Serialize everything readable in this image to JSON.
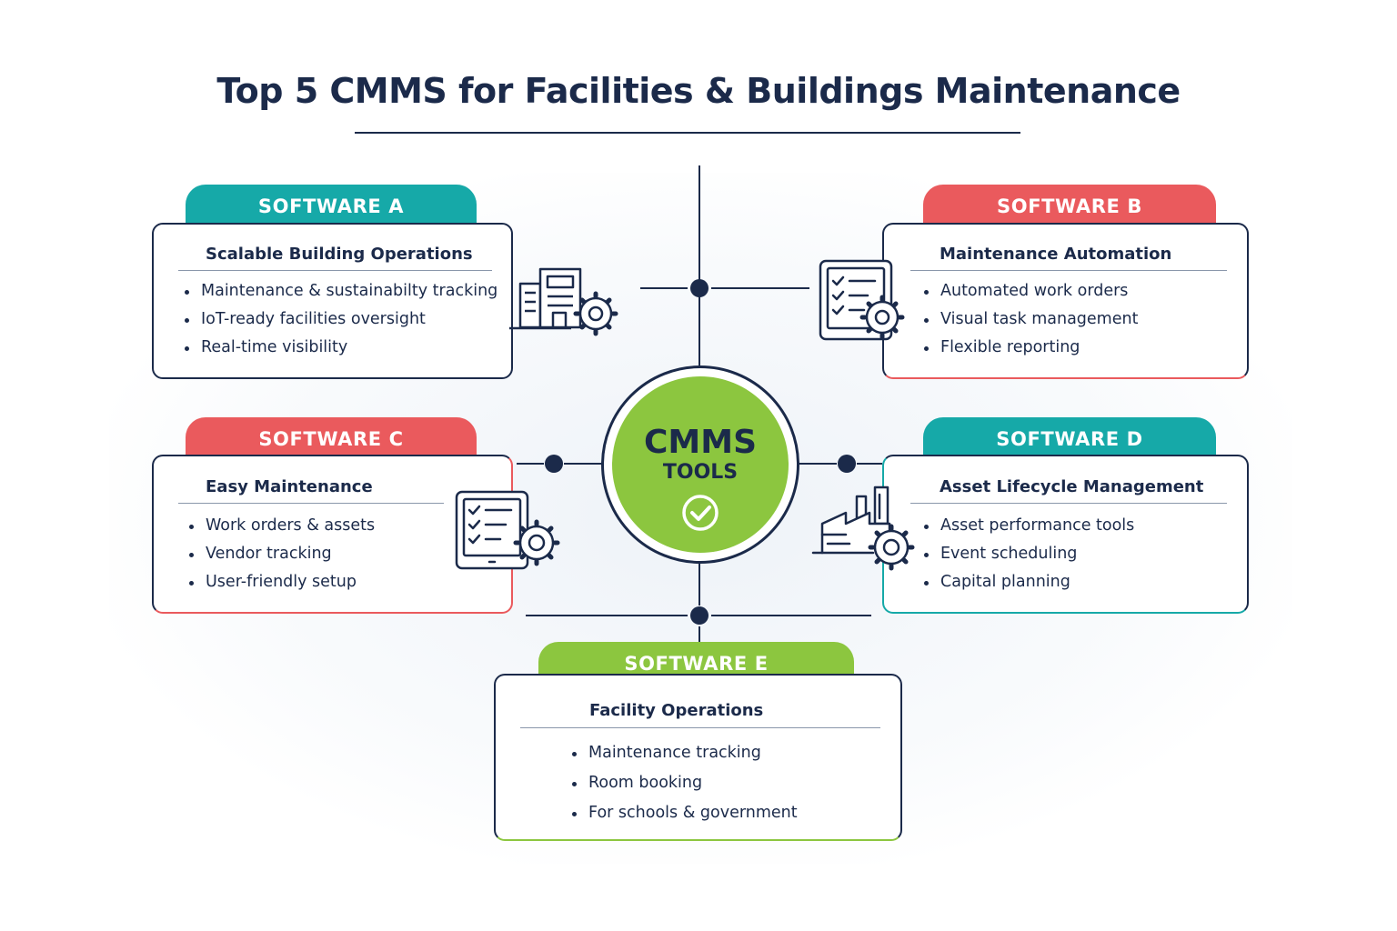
{
  "title": "Top 5 CMMS for Facilities & Buildings Maintenance",
  "hub": {
    "title": "CMMS",
    "subtitle": "TOOLS",
    "icon": "check-circle-icon"
  },
  "colors": {
    "navy": "#1b2a4a",
    "teal": "#16a9a8",
    "red": "#ea5a5d",
    "green": "#8cc63f"
  },
  "software": [
    {
      "tab": "SOFTWARE A",
      "color": "teal",
      "heading": "Scalable Building Operations",
      "features": [
        "Maintenance & sustainabilty tracking",
        "IoT-ready facilities oversight",
        "Real-time visibility"
      ],
      "icon": "building-gear-icon"
    },
    {
      "tab": "SOFTWARE B",
      "color": "red",
      "heading": "Maintenance Automation",
      "features": [
        "Automated work orders",
        "Visual task management",
        "Flexible reporting"
      ],
      "icon": "checklist-gear-icon"
    },
    {
      "tab": "SOFTWARE C",
      "color": "red",
      "heading": "Easy Maintenance",
      "features": [
        "Work orders & assets",
        "Vendor tracking",
        "User-friendly setup"
      ],
      "icon": "tablet-checklist-gear-icon"
    },
    {
      "tab": "SOFTWARE D",
      "color": "teal",
      "heading": "Asset Lifecycle Management",
      "features": [
        "Asset performance tools",
        "Event scheduling",
        "Capital planning"
      ],
      "icon": "factory-gear-icon"
    },
    {
      "tab": "SOFTWARE E",
      "color": "green",
      "heading": "Facility Operations",
      "features": [
        "Maintenance tracking",
        "Room booking",
        "For schools & government"
      ]
    }
  ]
}
